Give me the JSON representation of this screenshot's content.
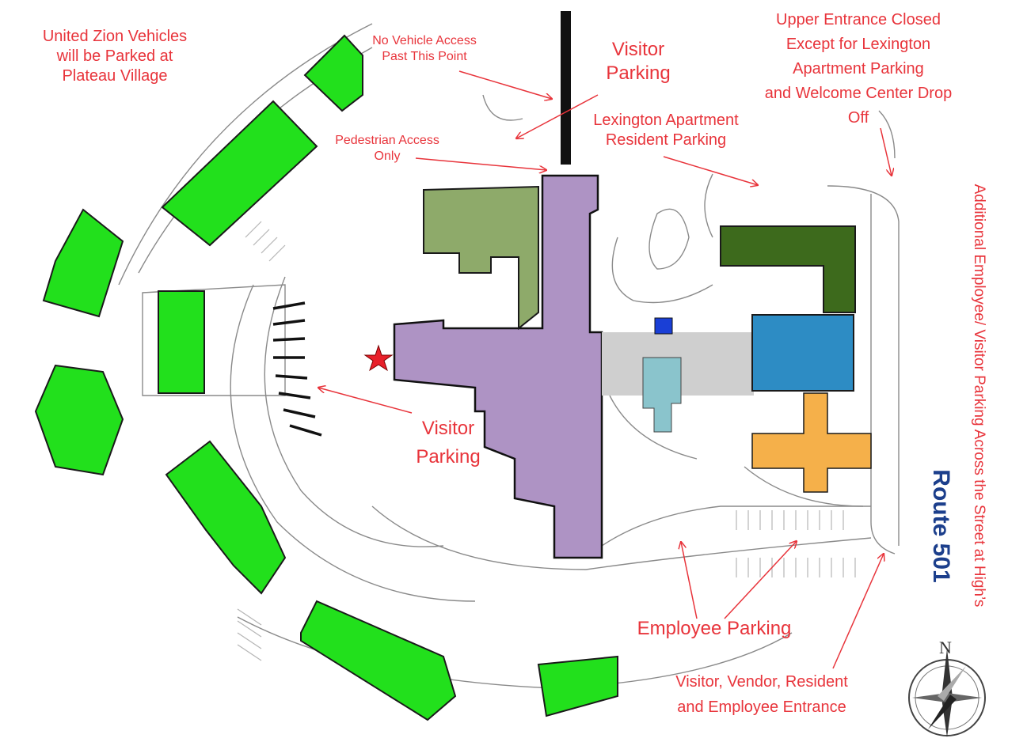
{
  "labels": {
    "united_zion": [
      "United Zion Vehicles",
      "will be Parked at",
      "Plateau Village"
    ],
    "no_vehicle": [
      "No Vehicle Access",
      "Past This Point"
    ],
    "visitor_parking_top": [
      "Visitor",
      "Parking"
    ],
    "upper_entrance": [
      "Upper Entrance Closed",
      "Except for Lexington",
      "Apartment Parking",
      "and Welcome Center Drop",
      "Off"
    ],
    "pedestrian": [
      "Pedestrian Access",
      "Only"
    ],
    "lexington": [
      "Lexington Apartment",
      "Resident Parking"
    ],
    "visitor_parking_left": [
      "Visitor",
      "Parking"
    ],
    "employee_parking": "Employee Parking",
    "entrance": [
      "Visitor, Vendor, Resident",
      "and Employee Entrance"
    ],
    "additional": "Additional Employee/ Visitor Parking Across the Street at High’s",
    "route": "Route 501",
    "north": "N"
  },
  "colors": {
    "annotation_red": "#e8343b",
    "route_blue": "#1c3f8c",
    "cottage_green": "#22e01c",
    "main_building_purple": "#ae93c4",
    "sage_wing": "#8eaa6a",
    "dark_green_wing": "#3d6a1c",
    "blue_wing": "#2d8cc4",
    "orange_wing": "#f5b04a",
    "teal_wing": "#8ac4cc",
    "connector_gray": "#cfcfcf"
  },
  "icons": [
    "star-marker-icon",
    "compass-rose-icon"
  ]
}
